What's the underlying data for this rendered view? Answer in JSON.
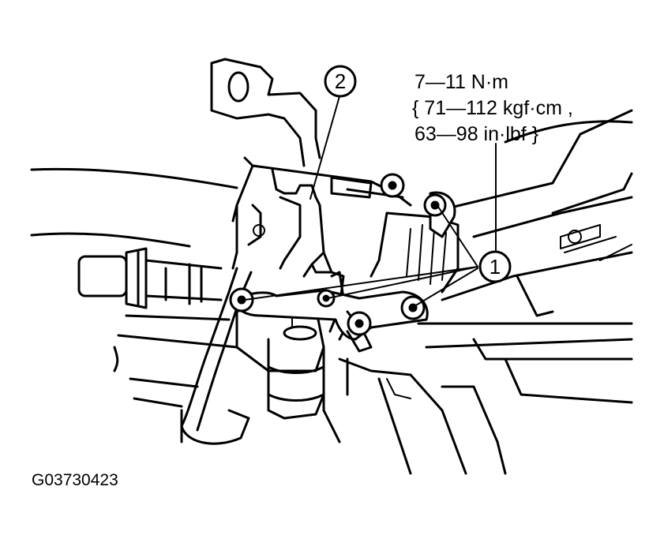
{
  "callouts": {
    "c1": "1",
    "c2": "2"
  },
  "torque_spec": {
    "line1": "7—11 N·m",
    "line2": "{ 71—112 kgf·cm ,",
    "line3": "63—98 in·lbf }"
  },
  "figure_id": "G03730423"
}
